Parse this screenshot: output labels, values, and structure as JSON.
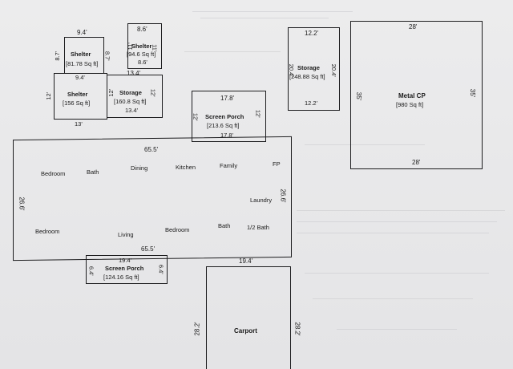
{
  "rooms": {
    "shelter_small": {
      "name": "Shelter",
      "area": "[81.78 Sq ft]",
      "width_top": "9.4'",
      "width_bottom": "9.4'",
      "height_left": "8.7'",
      "height_right": "8.7'"
    },
    "shelter_top_right": {
      "name": "Shelter",
      "area": "[94.6 Sq ft]",
      "width_top": "8.6'",
      "width_bottom": "8.6'",
      "height_right": "11'",
      "height_left": "11'"
    },
    "shelter_main": {
      "name": "Shelter",
      "area": "[156 Sq ft]",
      "height_left": "12'",
      "width_bottom": "13'"
    },
    "storage_small": {
      "name": "Storage",
      "area": "[160.8 Sq ft]",
      "width_top": "13.4'",
      "width_bottom": "13.4'",
      "height_left": "12'",
      "height_right": "12'"
    },
    "screen_porch_top": {
      "name": "Screen Porch",
      "area": "[213.6 Sq ft]",
      "width_top": "17.8'",
      "width_bottom": "17.8'",
      "height_left": "12'",
      "height_right": "12'"
    },
    "storage_right": {
      "name": "Storage",
      "area": "[248.88 Sq ft]",
      "width_top": "12.2'",
      "width_bottom": "12.2'",
      "height_left": "20.4'",
      "height_right": "20.4'"
    },
    "metal_cp": {
      "name": "Metal CP",
      "area": "[980 Sq ft]",
      "width_top": "28'",
      "width_bottom": "28'",
      "height_left": "35'",
      "height_right": "35'"
    },
    "main_house": {
      "width_top": "65.5'",
      "width_bottom": "65.5'",
      "height_left": "26.6'",
      "height_right": "26.6'"
    },
    "screen_porch_bottom": {
      "name": "Screen Porch",
      "area": "[124.16 Sq ft]",
      "width_top": "19.4'",
      "height_left": "6.4'",
      "height_right": "6.4'"
    },
    "carport": {
      "name": "Carport",
      "width_top": "19.4'",
      "height_left": "28.2'",
      "height_right": "28.2'"
    }
  },
  "interior_labels": {
    "bedroom_1": "Bedroom",
    "bath_1": "Bath",
    "dining": "Dining",
    "kitchen": "Kitchen",
    "family": "Family",
    "fp": "FP",
    "laundry": "Laundry",
    "bedroom_2": "Bedroom",
    "living": "Living",
    "bedroom_3": "Bedroom",
    "bath_2": "Bath",
    "half_bath": "1/2 Bath"
  }
}
